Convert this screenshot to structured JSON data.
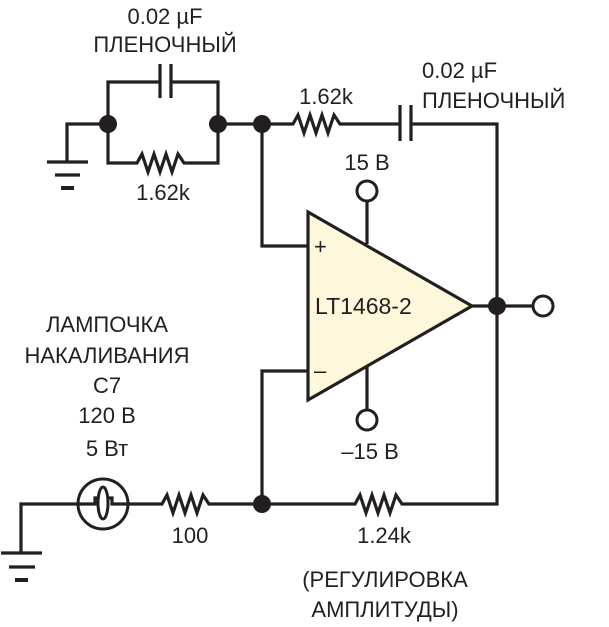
{
  "diagram": {
    "type": "circuit-schematic",
    "colors": {
      "line": "#231f20",
      "opamp_fill": "#fdf8dc",
      "background": "#ffffff"
    },
    "labels": {
      "cap_parallel_value": "0.02 µF",
      "cap_parallel_type": "ПЛЕНОЧНЫЙ",
      "res_parallel": "1.62k",
      "res_series": "1.62k",
      "cap_series_value": "0.02 µF",
      "cap_series_type": "ПЛЕНОЧНЫЙ",
      "supply_pos": "15 В",
      "supply_neg": "–15 В",
      "opamp_part": "LT1468-2",
      "opamp_plus": "+",
      "opamp_minus": "–",
      "lamp_line1": "ЛАМПОЧКА",
      "lamp_line2": "НАКАЛИВАНИЯ",
      "lamp_line3": "C7",
      "lamp_line4": "120 В",
      "lamp_line5": "5 Вт",
      "res_lamp": "100",
      "res_feedback": "1.24k",
      "amp_note_line1": "(РЕГУЛИРОВКА",
      "amp_note_line2": "АМПЛИТУДЫ)"
    },
    "components": [
      {
        "id": "C1",
        "kind": "capacitor",
        "value": "0.02 µF",
        "note": "ПЛЕНОЧНЫЙ"
      },
      {
        "id": "R1",
        "kind": "resistor",
        "value": "1.62k"
      },
      {
        "id": "R2",
        "kind": "resistor",
        "value": "1.62k"
      },
      {
        "id": "C2",
        "kind": "capacitor",
        "value": "0.02 µF",
        "note": "ПЛЕНОЧНЫЙ"
      },
      {
        "id": "U1",
        "kind": "op-amp",
        "value": "LT1468-2"
      },
      {
        "id": "L1",
        "kind": "incandescent-lamp",
        "value": "C7 120 В 5 Вт"
      },
      {
        "id": "R3",
        "kind": "resistor",
        "value": "100"
      },
      {
        "id": "R4",
        "kind": "resistor",
        "value": "1.24k"
      }
    ]
  }
}
